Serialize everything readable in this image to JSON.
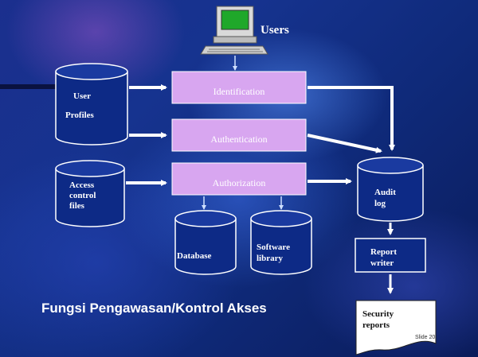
{
  "users_label": "Users",
  "boxes": {
    "identification": "Identification",
    "authentication": "Authentication",
    "authorization": "Authorization",
    "report_writer": [
      "Report",
      "writer"
    ]
  },
  "stores": {
    "user_profiles": [
      "User",
      "Profiles"
    ],
    "access_control": [
      "Access",
      "control",
      "files"
    ],
    "database": [
      "Database"
    ],
    "software_library": [
      "Software",
      "library"
    ],
    "audit_log": [
      "Audit",
      "log"
    ]
  },
  "document": {
    "security_reports": [
      "Security",
      "reports"
    ]
  },
  "caption": "Fungsi Pengawasan/Kontrol Akses",
  "slide_number": "Slide 20",
  "colors": {
    "process_box": "#d8a6f0",
    "cylinder_fill": "#0d2a86",
    "arrow": "#ffffff",
    "monitor_screen": "#1fa82a"
  }
}
